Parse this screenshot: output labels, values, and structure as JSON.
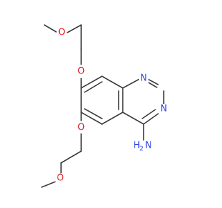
{
  "molecule": {
    "atoms": {
      "o_methoxy_top": "O",
      "o_ether_top": "O",
      "o_ether_bottom": "O",
      "o_methoxy_bottom": "O",
      "n_ring_top": "N",
      "n_ring_right": "N",
      "amine_n": "N",
      "amine_h": "H",
      "amine_h_subscript": "2"
    },
    "colors": {
      "bond": "#3a3a3a",
      "oxygen": "#e8141b",
      "nitrogen": "#2a43e8"
    }
  }
}
